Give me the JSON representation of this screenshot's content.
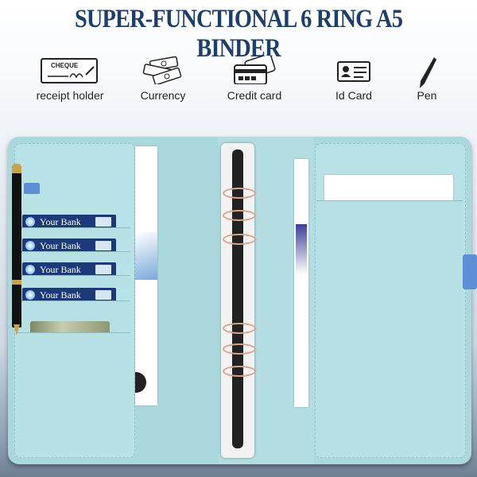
{
  "header": {
    "title": "SUPER-FUNCTIONAL 6 RING A5 BINDER"
  },
  "features": [
    {
      "label": "receipt holder",
      "icon": "cheque-icon",
      "icon_text": "CHEQUE"
    },
    {
      "label": "Currency",
      "icon": "currency-icon"
    },
    {
      "label": "Credit card",
      "icon": "credit-card-icon"
    },
    {
      "label": "Id Card",
      "icon": "id-card-icon"
    },
    {
      "label": "Pen",
      "icon": "pen-icon"
    }
  ],
  "binder": {
    "cards": [
      {
        "label": "Your Bank"
      },
      {
        "label": "Your Bank"
      },
      {
        "label": "Your Bank"
      },
      {
        "label": "Your Bank"
      }
    ],
    "ring_count": 6,
    "colors": {
      "leather": "#a9d8dd",
      "card": "#1c3a7a",
      "ring": "#d8a58a",
      "title": "#1d3d6b"
    }
  }
}
